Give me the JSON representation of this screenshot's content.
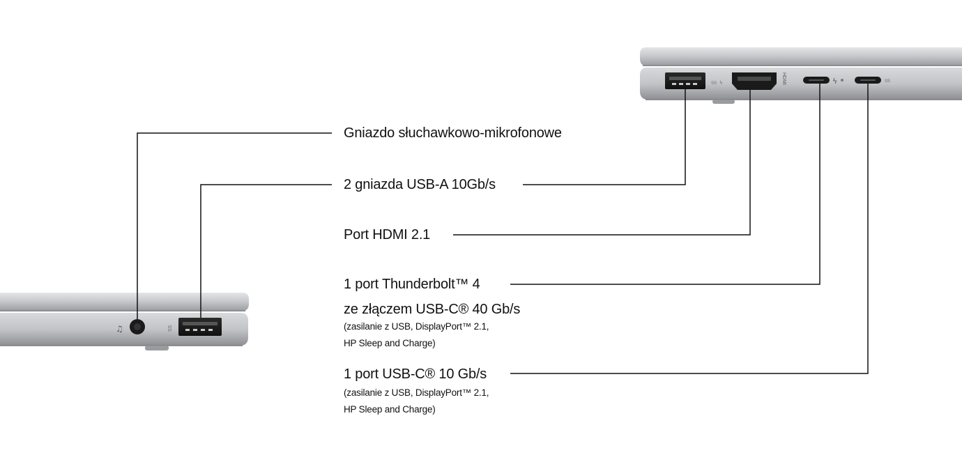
{
  "labels": {
    "headphone": "Gniazdo słuchawkowo-mikrofonowe",
    "usba": "2 gniazda USB-A 10Gb/s",
    "hdmi": "Port HDMI 2.1",
    "tb_line1": "1 port Thunderbolt™ 4",
    "tb_line2": "ze złączem USB-C® 40 Gb/s",
    "tb_note1": "(zasilanie z USB, DisplayPort™ 2.1,",
    "tb_note2": "HP Sleep and Charge)",
    "usbc_line1": "1 port USB-C® 10 Gb/s",
    "usbc_note1": "(zasilanie z USB, DisplayPort™ 2.1,",
    "usbc_note2": "HP Sleep and Charge)"
  },
  "port_markings": {
    "hdmi": "HDMI",
    "ss": "SS"
  },
  "colors": {
    "leader_line": "#111111",
    "chassis": "#c9cacd",
    "port_dark": "#1a1a1a"
  }
}
